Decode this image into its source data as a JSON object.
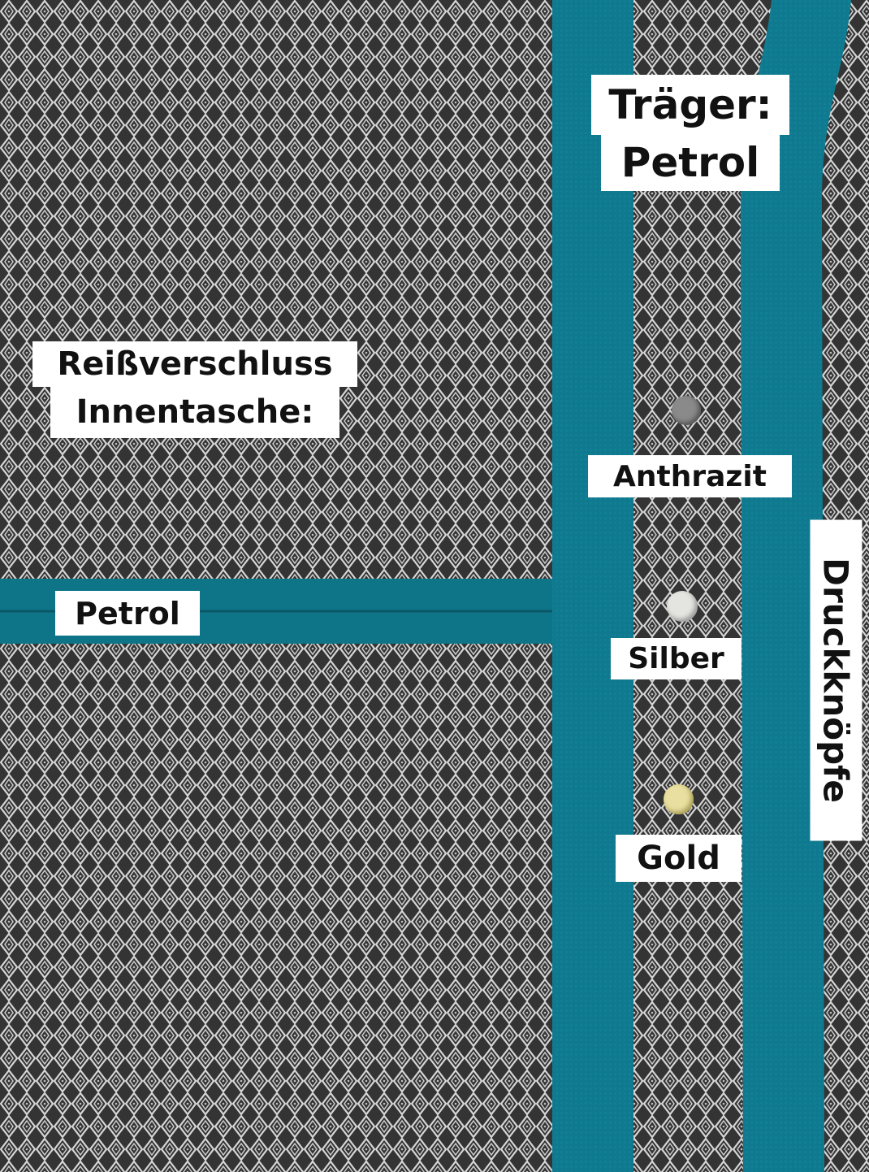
{
  "colors": {
    "strap": "#0f7a8f",
    "fabric_dark": "#1a1a1a",
    "fabric_light": "#e6e6e6",
    "label_bg": "#ffffff"
  },
  "labels": {
    "strap_title": "Träger:",
    "strap_color": "Petrol",
    "zipper_title_1": "Reißverschluss",
    "zipper_title_2": "Innentasche:",
    "zipper_color": "Petrol",
    "snaps_title": "Druckknöpfe",
    "snap_1": "Anthrazit",
    "snap_2": "Silber",
    "snap_3": "Gold"
  },
  "snaps": [
    {
      "name": "Anthrazit",
      "color": "#8a8a8a"
    },
    {
      "name": "Silber",
      "color": "#e4e4e0"
    },
    {
      "name": "Gold",
      "color": "#e8dfa0"
    }
  ]
}
